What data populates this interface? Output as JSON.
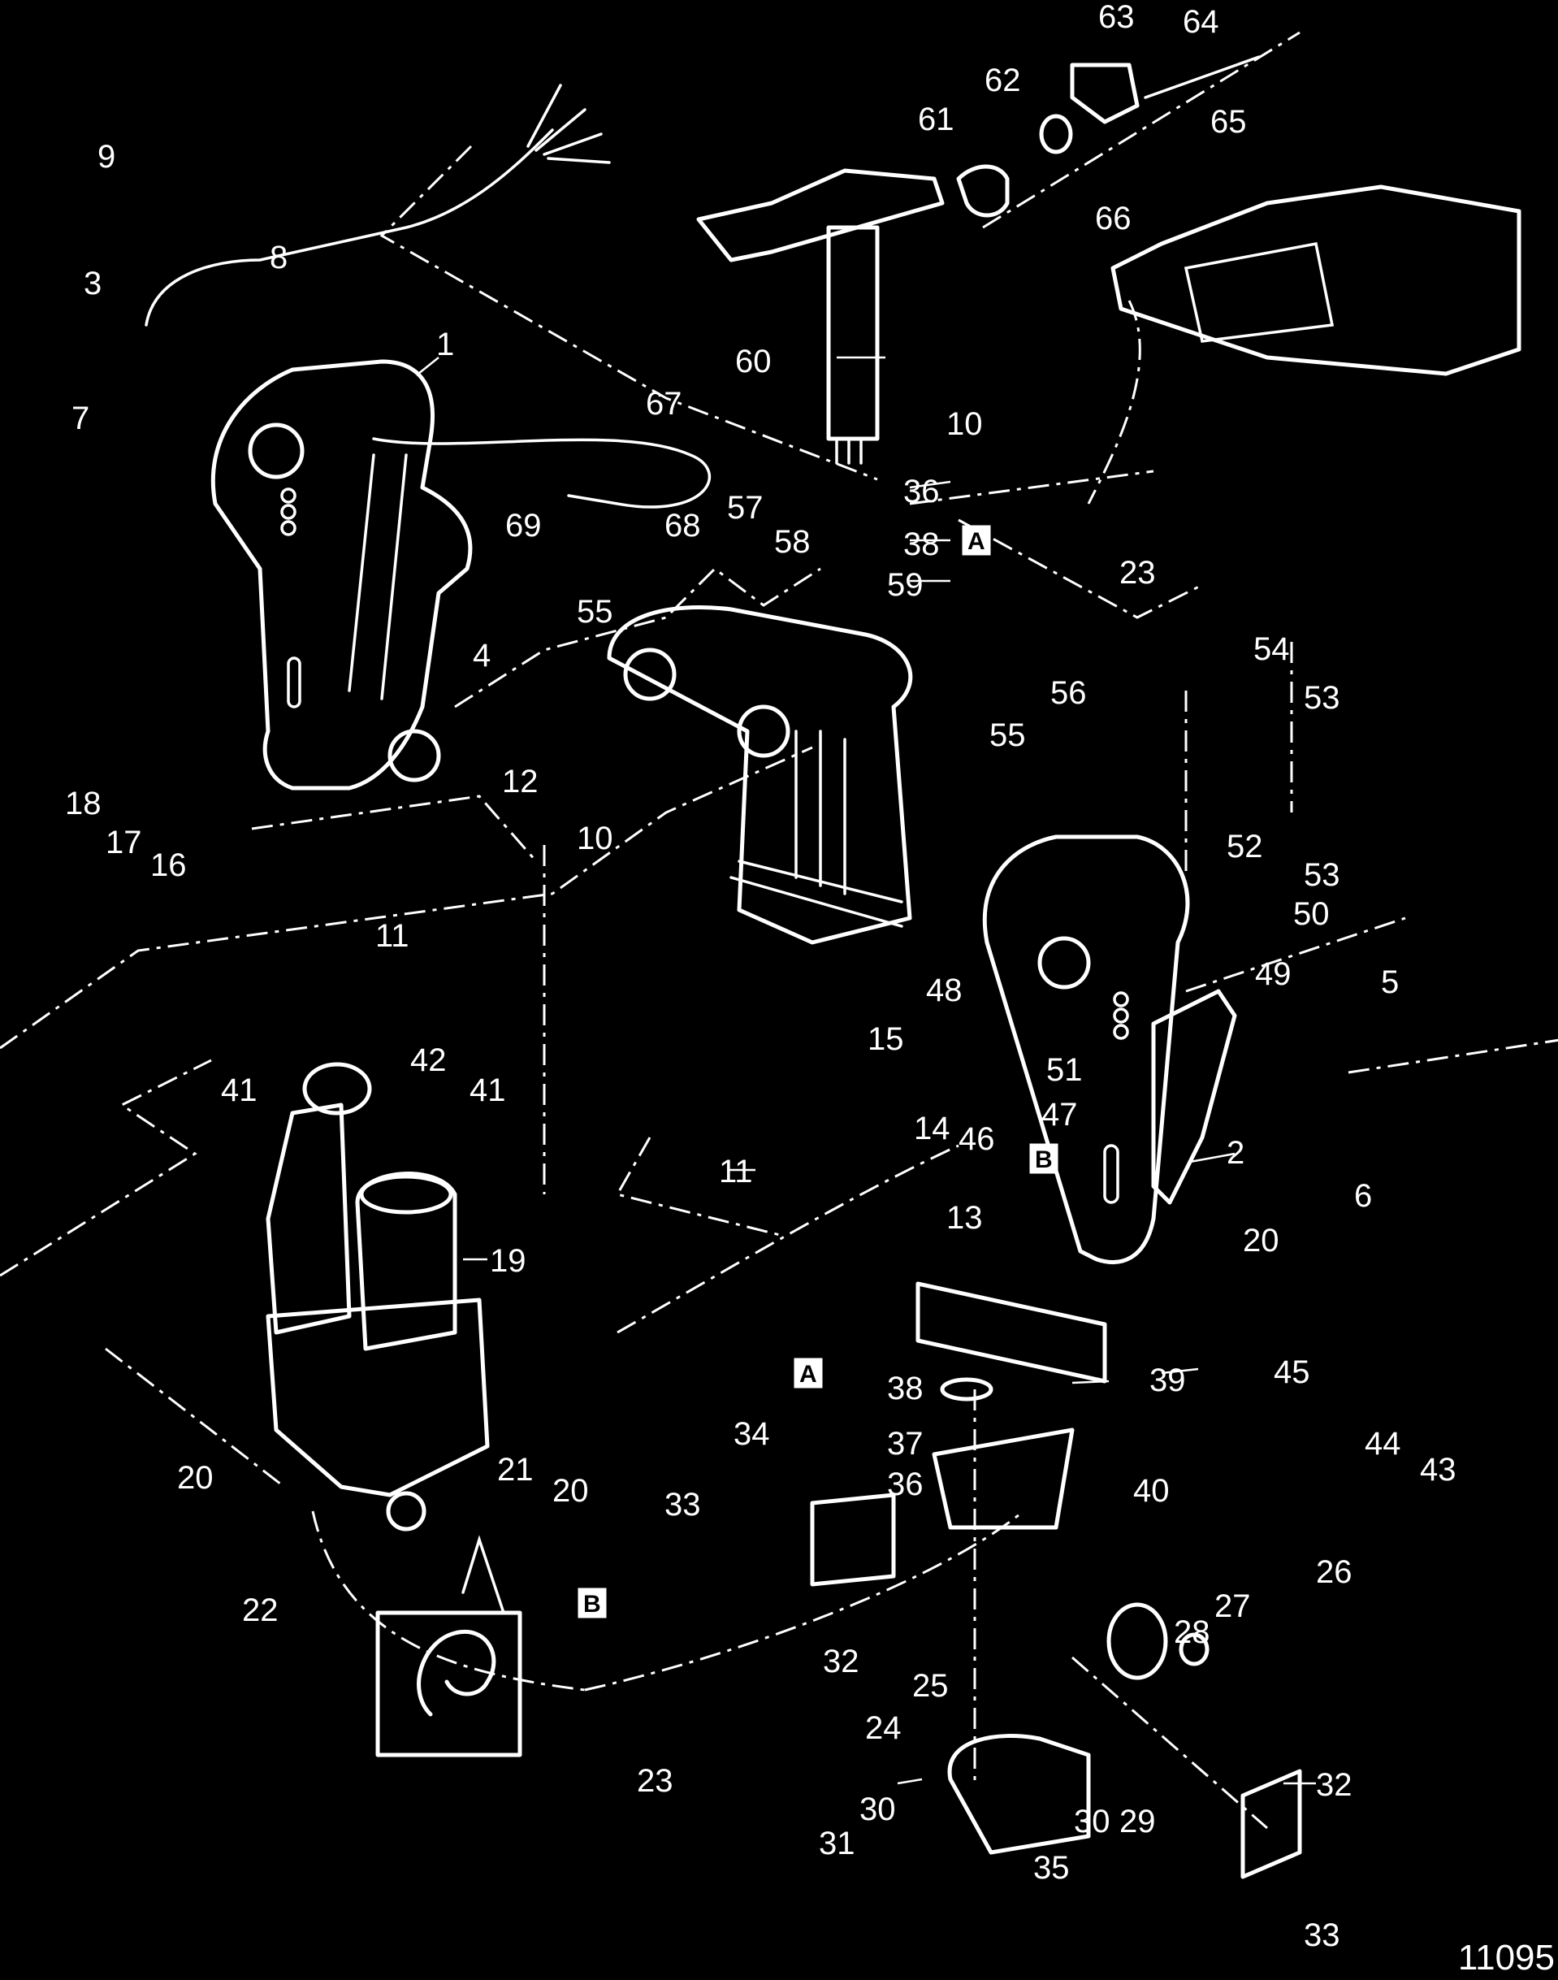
{
  "callouts": [
    {
      "id": "1",
      "text": "1"
    },
    {
      "id": "2",
      "text": "2"
    },
    {
      "id": "3",
      "text": "3"
    },
    {
      "id": "4",
      "text": "4"
    },
    {
      "id": "5",
      "text": "5"
    },
    {
      "id": "6",
      "text": "6"
    },
    {
      "id": "7",
      "text": "7"
    },
    {
      "id": "8",
      "text": "8"
    },
    {
      "id": "9",
      "text": "9"
    },
    {
      "id": "10a",
      "text": "10"
    },
    {
      "id": "10b",
      "text": "10"
    },
    {
      "id": "11a",
      "text": "11"
    },
    {
      "id": "11b",
      "text": "11"
    },
    {
      "id": "12",
      "text": "12"
    },
    {
      "id": "13",
      "text": "13"
    },
    {
      "id": "14",
      "text": "14"
    },
    {
      "id": "15",
      "text": "15"
    },
    {
      "id": "16",
      "text": "16"
    },
    {
      "id": "17",
      "text": "17"
    },
    {
      "id": "18",
      "text": "18"
    },
    {
      "id": "19",
      "text": "19"
    },
    {
      "id": "20a",
      "text": "20"
    },
    {
      "id": "20b",
      "text": "20"
    },
    {
      "id": "20c",
      "text": "20"
    },
    {
      "id": "21",
      "text": "21"
    },
    {
      "id": "22",
      "text": "22"
    },
    {
      "id": "23a",
      "text": "23"
    },
    {
      "id": "23b",
      "text": "23"
    },
    {
      "id": "24",
      "text": "24"
    },
    {
      "id": "25",
      "text": "25"
    },
    {
      "id": "26",
      "text": "26"
    },
    {
      "id": "27",
      "text": "27"
    },
    {
      "id": "28",
      "text": "28"
    },
    {
      "id": "29",
      "text": "29"
    },
    {
      "id": "30a",
      "text": "30"
    },
    {
      "id": "30b",
      "text": "30"
    },
    {
      "id": "31",
      "text": "31"
    },
    {
      "id": "32a",
      "text": "32"
    },
    {
      "id": "32b",
      "text": "32"
    },
    {
      "id": "33a",
      "text": "33"
    },
    {
      "id": "33b",
      "text": "33"
    },
    {
      "id": "34",
      "text": "34"
    },
    {
      "id": "35",
      "text": "35"
    },
    {
      "id": "36a",
      "text": "36"
    },
    {
      "id": "36b",
      "text": "36"
    },
    {
      "id": "37",
      "text": "37"
    },
    {
      "id": "38a",
      "text": "38"
    },
    {
      "id": "38b",
      "text": "38"
    },
    {
      "id": "39",
      "text": "39"
    },
    {
      "id": "40",
      "text": "40"
    },
    {
      "id": "41a",
      "text": "41"
    },
    {
      "id": "41b",
      "text": "41"
    },
    {
      "id": "42",
      "text": "42"
    },
    {
      "id": "43",
      "text": "43"
    },
    {
      "id": "44",
      "text": "44"
    },
    {
      "id": "45",
      "text": "45"
    },
    {
      "id": "46",
      "text": "46"
    },
    {
      "id": "47",
      "text": "47"
    },
    {
      "id": "48",
      "text": "48"
    },
    {
      "id": "49",
      "text": "49"
    },
    {
      "id": "50",
      "text": "50"
    },
    {
      "id": "51",
      "text": "51"
    },
    {
      "id": "52",
      "text": "52"
    },
    {
      "id": "53a",
      "text": "53"
    },
    {
      "id": "53b",
      "text": "53"
    },
    {
      "id": "54",
      "text": "54"
    },
    {
      "id": "55a",
      "text": "55"
    },
    {
      "id": "55b",
      "text": "55"
    },
    {
      "id": "56",
      "text": "56"
    },
    {
      "id": "57",
      "text": "57"
    },
    {
      "id": "58",
      "text": "58"
    },
    {
      "id": "59",
      "text": "59"
    },
    {
      "id": "60",
      "text": "60"
    },
    {
      "id": "61",
      "text": "61"
    },
    {
      "id": "62",
      "text": "62"
    },
    {
      "id": "63",
      "text": "63"
    },
    {
      "id": "64",
      "text": "64"
    },
    {
      "id": "65",
      "text": "65"
    },
    {
      "id": "66",
      "text": "66"
    },
    {
      "id": "67",
      "text": "67"
    },
    {
      "id": "68",
      "text": "68"
    },
    {
      "id": "69",
      "text": "69"
    }
  ],
  "ref_boxes": [
    {
      "id": "A1",
      "text": "A"
    },
    {
      "id": "A2",
      "text": "A"
    },
    {
      "id": "B1",
      "text": "B"
    },
    {
      "id": "B2",
      "text": "B"
    }
  ],
  "figure_number": "11095"
}
